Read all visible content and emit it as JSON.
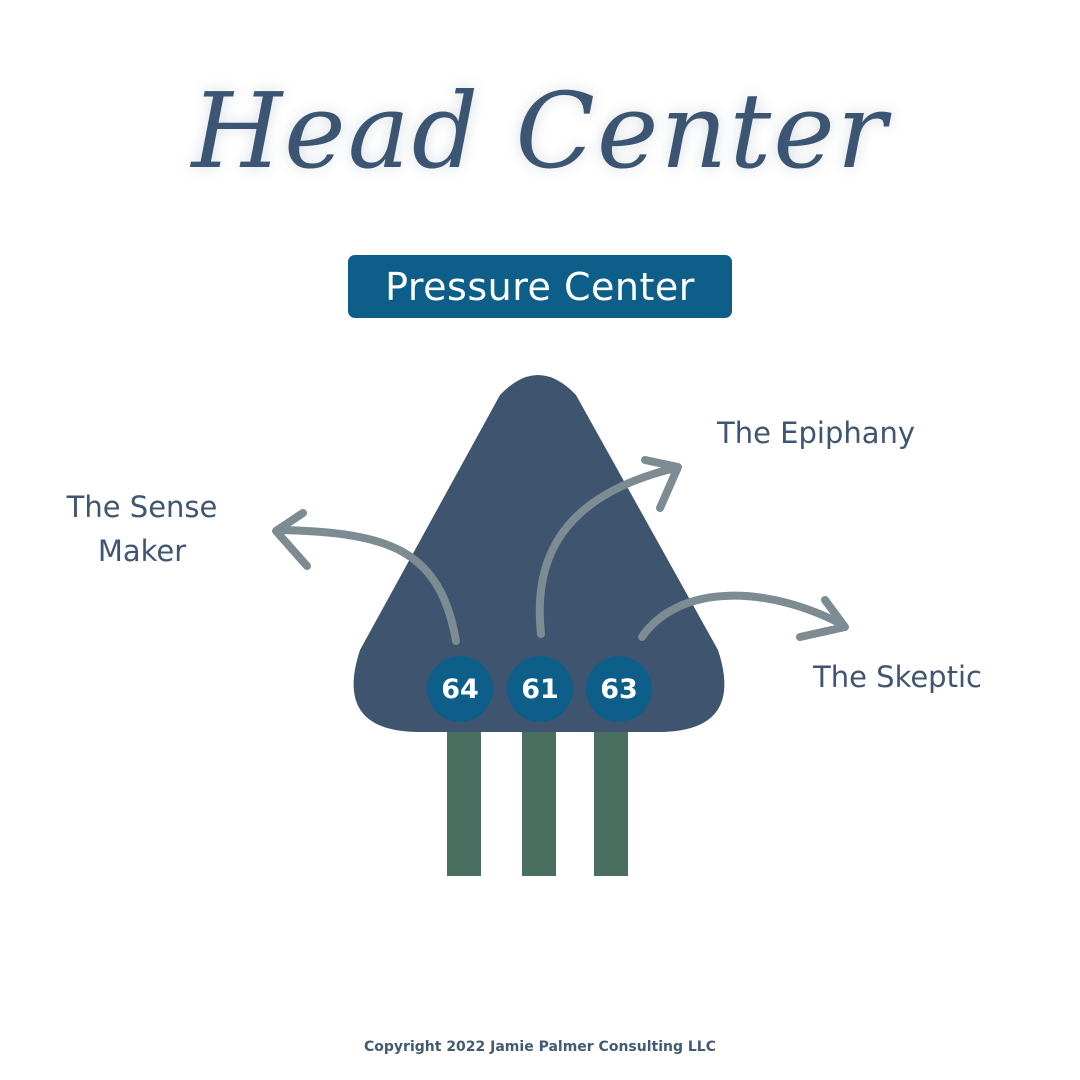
{
  "title": "Head Center",
  "subtitle": "Pressure Center",
  "gates": [
    {
      "number": "64",
      "label": "The Sense Maker"
    },
    {
      "number": "61",
      "label": "The Epiphany"
    },
    {
      "number": "63",
      "label": "The Skeptic"
    }
  ],
  "colors": {
    "title": "#3b5573",
    "badge": "#0d5f8a",
    "center_shape": "#3f556f",
    "gate_circle": "#0d5f8a",
    "arrow": "#7d8b92",
    "channel": "#4a6e5f",
    "label": "#3f5571"
  },
  "footer": {
    "copyright": "Copyright 2022 Jamie Palmer Consulting LLC"
  }
}
